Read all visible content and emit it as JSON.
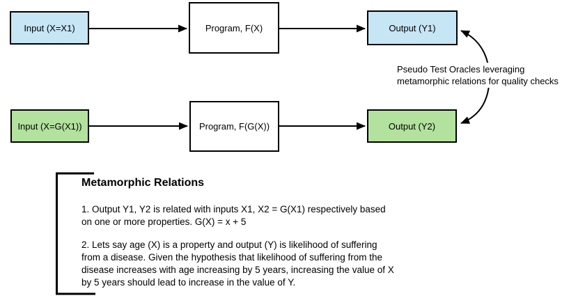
{
  "colors": {
    "input_output_row1_fill": "#c6e5f5",
    "input_output_row2_fill": "#b2e29d",
    "program_fill": "#ffffff",
    "stroke": "#000000"
  },
  "flows": [
    {
      "input": "Input (X=X1)",
      "program": "Program, F(X)",
      "output": "Output (Y1)"
    },
    {
      "input": "Input (X=G(X1))",
      "program": "Program, F(G(X))",
      "output": "Output (Y2)"
    }
  ],
  "oracle_note": "Pseudo Test Oracles leveraging\nmetamorphic relations for quality checks",
  "notes": {
    "title": "Metamorphic Relations",
    "items": [
      "1. Output Y1, Y2 is related with inputs X1, X2 = G(X1) respectively based\non one or more properties. G(X) = x + 5",
      "2. Lets say age (X) is a property and output (Y) is likelihood of suffering\nfrom a disease. Given the hypothesis that likelihood of suffering from the\ndisease increases with age increasing by 5 years, increasing the value of X\nby 5 years should lead to increase in the value of Y."
    ]
  }
}
